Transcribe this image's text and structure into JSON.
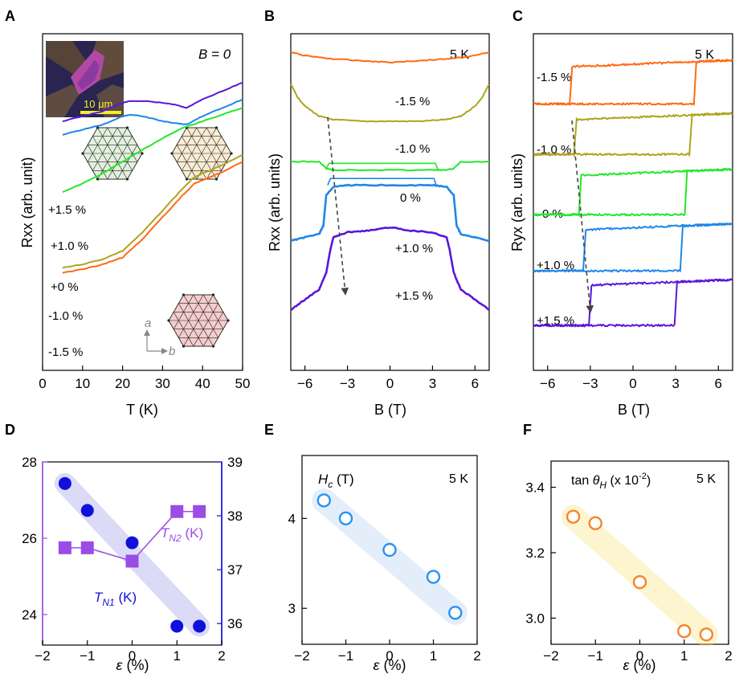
{
  "panels": {
    "A": "A",
    "B": "B",
    "C": "C",
    "D": "D",
    "E": "E",
    "F": "F"
  },
  "colors": {
    "m15": "#ff6a13",
    "m10": "#aea41f",
    "z0": "#22e82a",
    "p10": "#1f86e8",
    "p15": "#5b16d8",
    "tn2": "#9b4ce6",
    "tn1": "#1010dd",
    "hc": "#2a93ef",
    "tan": "#f5842a"
  },
  "panelA": {
    "annotation": "B = 0",
    "scale_bar": "10 μm",
    "axis_a": "a",
    "axis_b": "b",
    "xlabel": "T (K)",
    "ylabel": "Rxx (arb. unit)",
    "labels": [
      "+1.5 %",
      "+1.0 %",
      "+0 %",
      "-1.0 %",
      "-1.5 %"
    ]
  },
  "panelB": {
    "annotation": "5 K",
    "xlabel": "B (T)",
    "ylabel": "Rxx (arb. units)",
    "labels": [
      "-1.5 %",
      "-1.0 %",
      "0 %",
      "+1.0 %",
      "+1.5 %"
    ]
  },
  "panelC": {
    "annotation": "5 K",
    "xlabel": "B (T)",
    "ylabel": "Ryx (arb. units)",
    "labels": [
      "-1.5 %",
      "-1.0 %",
      "0 %",
      "+1.0 %",
      "+1.5 %"
    ]
  },
  "panelD": {
    "tn2_label": "T",
    "tn2_sub": "N2",
    "tn2_unit": " (K)",
    "tn1_label": "T",
    "tn1_sub": "N1",
    "tn1_unit": " (K)",
    "xlabel_sym": "ε",
    "xlabel_unit": " (%)"
  },
  "panelE": {
    "title_sym": "H",
    "title_sub": "c",
    "title_unit": " (T)",
    "annotation": "5 K",
    "xlabel_sym": "ε",
    "xlabel_unit": " (%)"
  },
  "panelF": {
    "title_pre": "tan ",
    "title_sym": "θ",
    "title_sub": "H",
    "title_unit": " (x 10",
    "title_exp": "-2",
    "title_close": ")",
    "annotation": "5 K",
    "xlabel_sym": "ε",
    "xlabel_unit": " (%)"
  },
  "chart_data": [
    {
      "panel": "A",
      "type": "line",
      "xlabel": "T (K)",
      "ylabel": "Rxx (arb. unit)",
      "xlim": [
        0,
        50
      ],
      "xticks": [
        0,
        10,
        20,
        30,
        40,
        50
      ],
      "series": [
        {
          "name": "+1.5 %",
          "x": [
            5,
            10,
            15,
            20,
            22,
            25,
            30,
            33,
            36,
            40,
            45,
            50
          ],
          "y": [
            7.4,
            7.55,
            7.7,
            7.95,
            8.0,
            8.0,
            7.95,
            7.9,
            7.8,
            8.05,
            8.3,
            8.55
          ]
        },
        {
          "name": "+1.0 %",
          "x": [
            5,
            10,
            15,
            20,
            22,
            25,
            30,
            33,
            36,
            40,
            45,
            50
          ],
          "y": [
            7.0,
            7.15,
            7.3,
            7.55,
            7.6,
            7.55,
            7.4,
            7.35,
            7.3,
            7.55,
            7.8,
            8.05
          ]
        },
        {
          "name": "+0 %",
          "x": [
            5,
            10,
            15,
            20,
            25,
            30,
            35,
            40,
            45,
            50
          ],
          "y": [
            5.3,
            5.55,
            5.85,
            6.2,
            6.55,
            6.9,
            7.2,
            7.4,
            7.6,
            7.8
          ]
        },
        {
          "name": "-1.0 %",
          "x": [
            5,
            10,
            15,
            20,
            25,
            30,
            35,
            38,
            40,
            45,
            50
          ],
          "y": [
            3.05,
            3.15,
            3.3,
            3.55,
            4.1,
            4.75,
            5.4,
            5.75,
            5.85,
            6.1,
            6.4
          ]
        },
        {
          "name": "-1.5 %",
          "x": [
            5,
            10,
            15,
            20,
            25,
            30,
            35,
            38,
            40,
            45,
            50
          ],
          "y": [
            2.9,
            3.0,
            3.15,
            3.35,
            3.9,
            4.55,
            5.2,
            5.55,
            5.65,
            5.9,
            6.2
          ]
        }
      ]
    },
    {
      "panel": "B",
      "type": "line",
      "xlabel": "B (T)",
      "ylabel": "Rxx (arb. units)",
      "xlim": [
        -7,
        7
      ],
      "xticks": [
        -6,
        -3,
        0,
        3,
        6
      ],
      "series": [
        {
          "name": "-1.5 %",
          "x": [
            -7,
            -6,
            -4,
            -2,
            0,
            2,
            4,
            6,
            7
          ],
          "y": [
            9.45,
            9.35,
            9.25,
            9.2,
            9.15,
            9.2,
            9.25,
            9.35,
            9.45
          ]
        },
        {
          "name": "-1.0 %",
          "x": [
            -7,
            -6.5,
            -6,
            -5,
            -4,
            -2,
            0,
            2,
            4,
            5,
            6,
            6.5,
            7
          ],
          "y": [
            8.5,
            8.1,
            7.85,
            7.55,
            7.45,
            7.4,
            7.4,
            7.4,
            7.45,
            7.55,
            7.85,
            8.1,
            8.5
          ]
        },
        {
          "name": "0 %",
          "x": [
            -7,
            -5,
            -4.5,
            -4,
            -3,
            0,
            3,
            4,
            4.5,
            5,
            7
          ],
          "y": [
            6.2,
            6.2,
            6.0,
            5.95,
            5.95,
            5.95,
            5.95,
            5.95,
            6.0,
            6.2,
            6.2
          ]
        },
        {
          "name": "+1.0 %",
          "x": [
            -7,
            -6,
            -5,
            -4.7,
            -4.5,
            -4,
            -3,
            0,
            3,
            4,
            4.5,
            4.7,
            5,
            6,
            7
          ],
          "y": [
            3.85,
            3.95,
            4.05,
            4.3,
            5.2,
            5.45,
            5.5,
            5.5,
            5.5,
            5.45,
            5.2,
            4.3,
            4.05,
            3.95,
            3.85
          ]
        },
        {
          "name": "+1.5 %",
          "x": [
            -7,
            -6,
            -5,
            -4.5,
            -4.2,
            -4,
            -3,
            -1.5,
            0,
            1.5,
            3,
            4,
            4.2,
            4.5,
            5,
            6,
            7
          ],
          "y": [
            1.8,
            2.1,
            2.4,
            2.9,
            3.6,
            3.95,
            4.1,
            4.15,
            4.25,
            4.15,
            4.1,
            3.95,
            3.6,
            2.9,
            2.4,
            2.1,
            1.8
          ]
        }
      ]
    },
    {
      "panel": "C",
      "type": "line",
      "xlabel": "B (T)",
      "ylabel": "Ryx (arb. units)",
      "xlim": [
        -7,
        7
      ],
      "xticks": [
        -6,
        -3,
        0,
        3,
        6
      ],
      "coercive_field_T": {
        "-1.5 %": 4.3,
        "-1.0 %": 4.0,
        "0 %": 3.65,
        "+1.0 %": 3.35,
        "+1.5 %": 2.95
      },
      "series": [
        {
          "name": "-1.5 %",
          "x": [
            -7,
            -4.3,
            -4.1,
            7
          ],
          "y": [
            9.5,
            9.5,
            10.9,
            11.0
          ],
          "note": "hysteresis loop"
        },
        {
          "name": "-1.0 %",
          "x": [
            -7,
            -4.0,
            -3.8,
            7
          ],
          "y": [
            7.7,
            7.7,
            9.0,
            9.1
          ],
          "note": "hysteresis loop"
        },
        {
          "name": "0 %",
          "x": [
            -7,
            -3.65,
            -3.45,
            7
          ],
          "y": [
            5.55,
            5.55,
            7.05,
            7.1
          ],
          "note": "hysteresis loop"
        },
        {
          "name": "+1.0 %",
          "x": [
            -7,
            -3.35,
            -3.15,
            7
          ],
          "y": [
            3.55,
            3.55,
            5.05,
            5.15
          ],
          "note": "hysteresis loop"
        },
        {
          "name": "+1.5 %",
          "x": [
            -7,
            -2.95,
            -2.75,
            7
          ],
          "y": [
            1.6,
            1.6,
            3.0,
            3.15
          ],
          "note": "hysteresis loop"
        }
      ]
    },
    {
      "panel": "D",
      "type": "scatter",
      "xlabel": "ε (%)",
      "xlim": [
        -2,
        2
      ],
      "xticks": [
        -2,
        -1,
        0,
        1,
        2
      ],
      "left_axis": {
        "label": "TN2 (K)",
        "ylim": [
          23.2,
          28
        ],
        "yticks": [
          24,
          26,
          28
        ]
      },
      "right_axis": {
        "label": "TN1 (K)",
        "ylim": [
          35.6,
          39
        ],
        "yticks": [
          36,
          37,
          38,
          39
        ]
      },
      "series": [
        {
          "name": "TN2 (K)",
          "axis": "left",
          "marker": "square",
          "x": [
            -1.5,
            -1.0,
            0.0,
            1.0,
            1.5
          ],
          "y": [
            25.75,
            25.75,
            25.4,
            26.7,
            26.7
          ]
        },
        {
          "name": "TN1 (K)",
          "axis": "right",
          "marker": "circle",
          "x": [
            -1.5,
            -1.0,
            0.0,
            1.0,
            1.5
          ],
          "y": [
            38.6,
            38.1,
            37.5,
            35.95,
            35.95
          ]
        }
      ]
    },
    {
      "panel": "E",
      "type": "scatter",
      "xlabel": "ε (%)",
      "xlim": [
        -2,
        2
      ],
      "xticks": [
        -2,
        -1,
        0,
        1,
        2
      ],
      "ylim": [
        2.6,
        4.7
      ],
      "yticks": [
        3,
        4
      ],
      "series": [
        {
          "name": "Hc (T)",
          "x": [
            -1.5,
            -1.0,
            0.0,
            1.0,
            1.5
          ],
          "y": [
            4.2,
            4.0,
            3.65,
            3.35,
            2.95
          ]
        }
      ]
    },
    {
      "panel": "F",
      "type": "scatter",
      "xlabel": "ε (%)",
      "xlim": [
        -2,
        2
      ],
      "xticks": [
        -2,
        -1,
        0,
        1,
        2
      ],
      "ylim": [
        2.92,
        3.48
      ],
      "yticks": [
        3.0,
        3.2,
        3.4
      ],
      "series": [
        {
          "name": "tan θH (x 10-2)",
          "x": [
            -1.5,
            -1.0,
            0.0,
            1.0,
            1.5
          ],
          "y": [
            3.31,
            3.29,
            3.11,
            2.96,
            2.95
          ]
        }
      ]
    }
  ]
}
